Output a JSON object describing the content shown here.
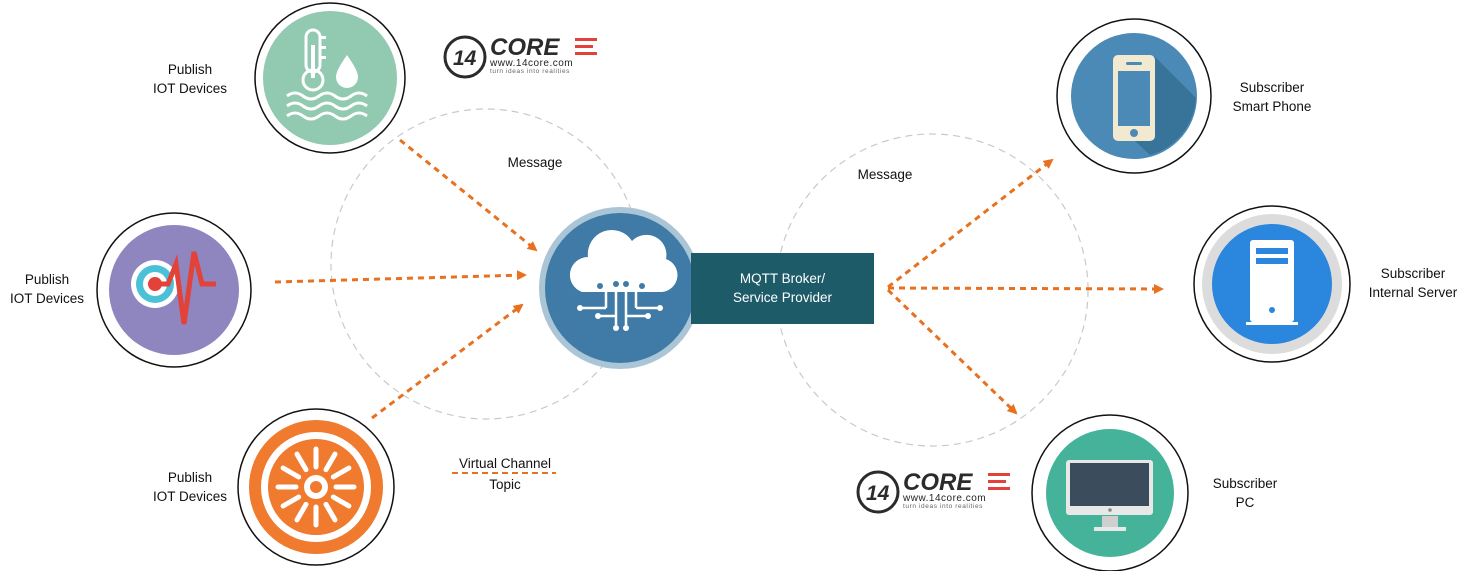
{
  "publishers": [
    {
      "line1": "Publish",
      "line2": "IOT Devices",
      "icon": "thermometer-water-icon"
    },
    {
      "line1": "Publish",
      "line2": "IOT Devices",
      "icon": "heartbeat-sensor-icon"
    },
    {
      "line1": "Publish",
      "line2": "IOT Devices",
      "icon": "sun-wheel-icon"
    }
  ],
  "subscribers": [
    {
      "line1": "Subscriber",
      "line2": "Smart Phone",
      "icon": "smartphone-icon"
    },
    {
      "line1": "Subscriber",
      "line2": "Internal Server",
      "icon": "server-icon"
    },
    {
      "line1": "Subscriber",
      "line2": "PC",
      "icon": "monitor-icon"
    }
  ],
  "broker": {
    "line1": "MQTT  Broker/",
    "line2": "Service Provider",
    "icon": "cloud-circuit-icon"
  },
  "messages": {
    "left": "Message",
    "right": "Message"
  },
  "legend": {
    "line1": "Virtual Channel",
    "line2": "Topic"
  },
  "logo": {
    "number": "14",
    "word": "CORE",
    "url": "www.14core.com",
    "tagline": "turn ideas into realities"
  },
  "colors": {
    "arrow": "#e8711f",
    "broker_box": "#1e5b69",
    "broker_circle": "#3f7ba6",
    "publisher_1": "#92c9b1",
    "publisher_2": "#8f86c0",
    "publisher_3": "#f07a2e",
    "subscriber_1": "#4b8ab6",
    "subscriber_2": "#2b86de",
    "subscriber_3": "#45b39a"
  }
}
